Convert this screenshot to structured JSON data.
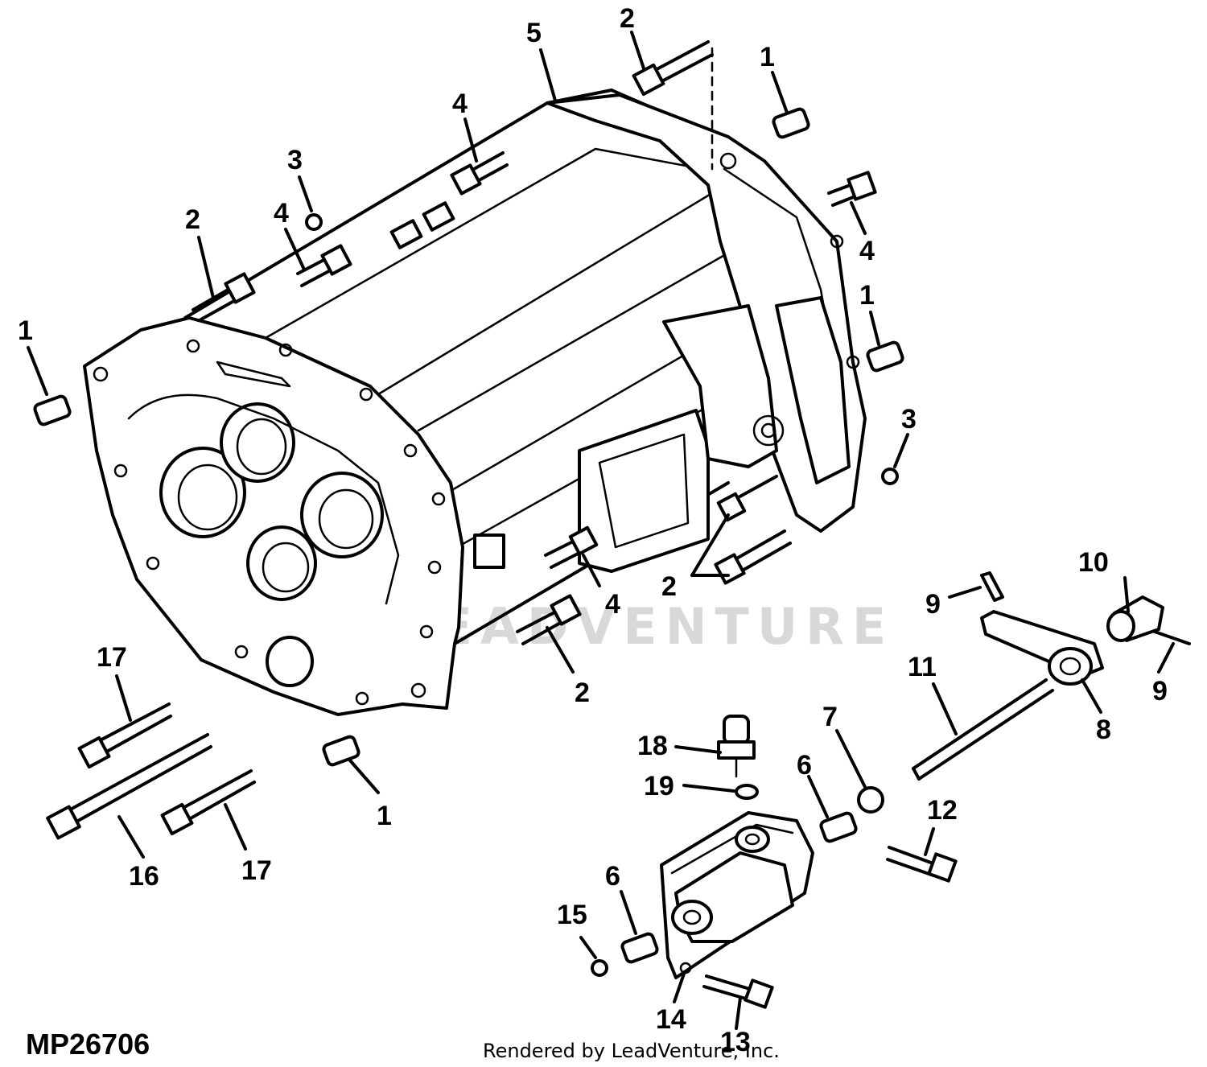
{
  "figure_id": "MP26706",
  "credit": "Rendered by LeadVenture, Inc.",
  "watermark": "LEADVENTURE",
  "callouts": [
    {
      "id": "c-5",
      "text": "5"
    },
    {
      "id": "c-2-top",
      "text": "2"
    },
    {
      "id": "c-1-top-right",
      "text": "1"
    },
    {
      "id": "c-4-top",
      "text": "4"
    },
    {
      "id": "c-3-top",
      "text": "3"
    },
    {
      "id": "c-4-left",
      "text": "4"
    },
    {
      "id": "c-2-left",
      "text": "2"
    },
    {
      "id": "c-4-right",
      "text": "4"
    },
    {
      "id": "c-1-right",
      "text": "1"
    },
    {
      "id": "c-1-left",
      "text": "1"
    },
    {
      "id": "c-3-right",
      "text": "3"
    },
    {
      "id": "c-2-lower-right",
      "text": "2"
    },
    {
      "id": "c-4-lower",
      "text": "4"
    },
    {
      "id": "c-10",
      "text": "10"
    },
    {
      "id": "c-9-left",
      "text": "9"
    },
    {
      "id": "c-9-right",
      "text": "9"
    },
    {
      "id": "c-11",
      "text": "11"
    },
    {
      "id": "c-8",
      "text": "8"
    },
    {
      "id": "c-2-bottom",
      "text": "2"
    },
    {
      "id": "c-17-top",
      "text": "17"
    },
    {
      "id": "c-18",
      "text": "18"
    },
    {
      "id": "c-7",
      "text": "7"
    },
    {
      "id": "c-19",
      "text": "19"
    },
    {
      "id": "c-6-right",
      "text": "6"
    },
    {
      "id": "c-1-bottom",
      "text": "1"
    },
    {
      "id": "c-12",
      "text": "12"
    },
    {
      "id": "c-16",
      "text": "16"
    },
    {
      "id": "c-17-bottom",
      "text": "17"
    },
    {
      "id": "c-6-left",
      "text": "6"
    },
    {
      "id": "c-15",
      "text": "15"
    },
    {
      "id": "c-14",
      "text": "14"
    },
    {
      "id": "c-13",
      "text": "13"
    }
  ]
}
